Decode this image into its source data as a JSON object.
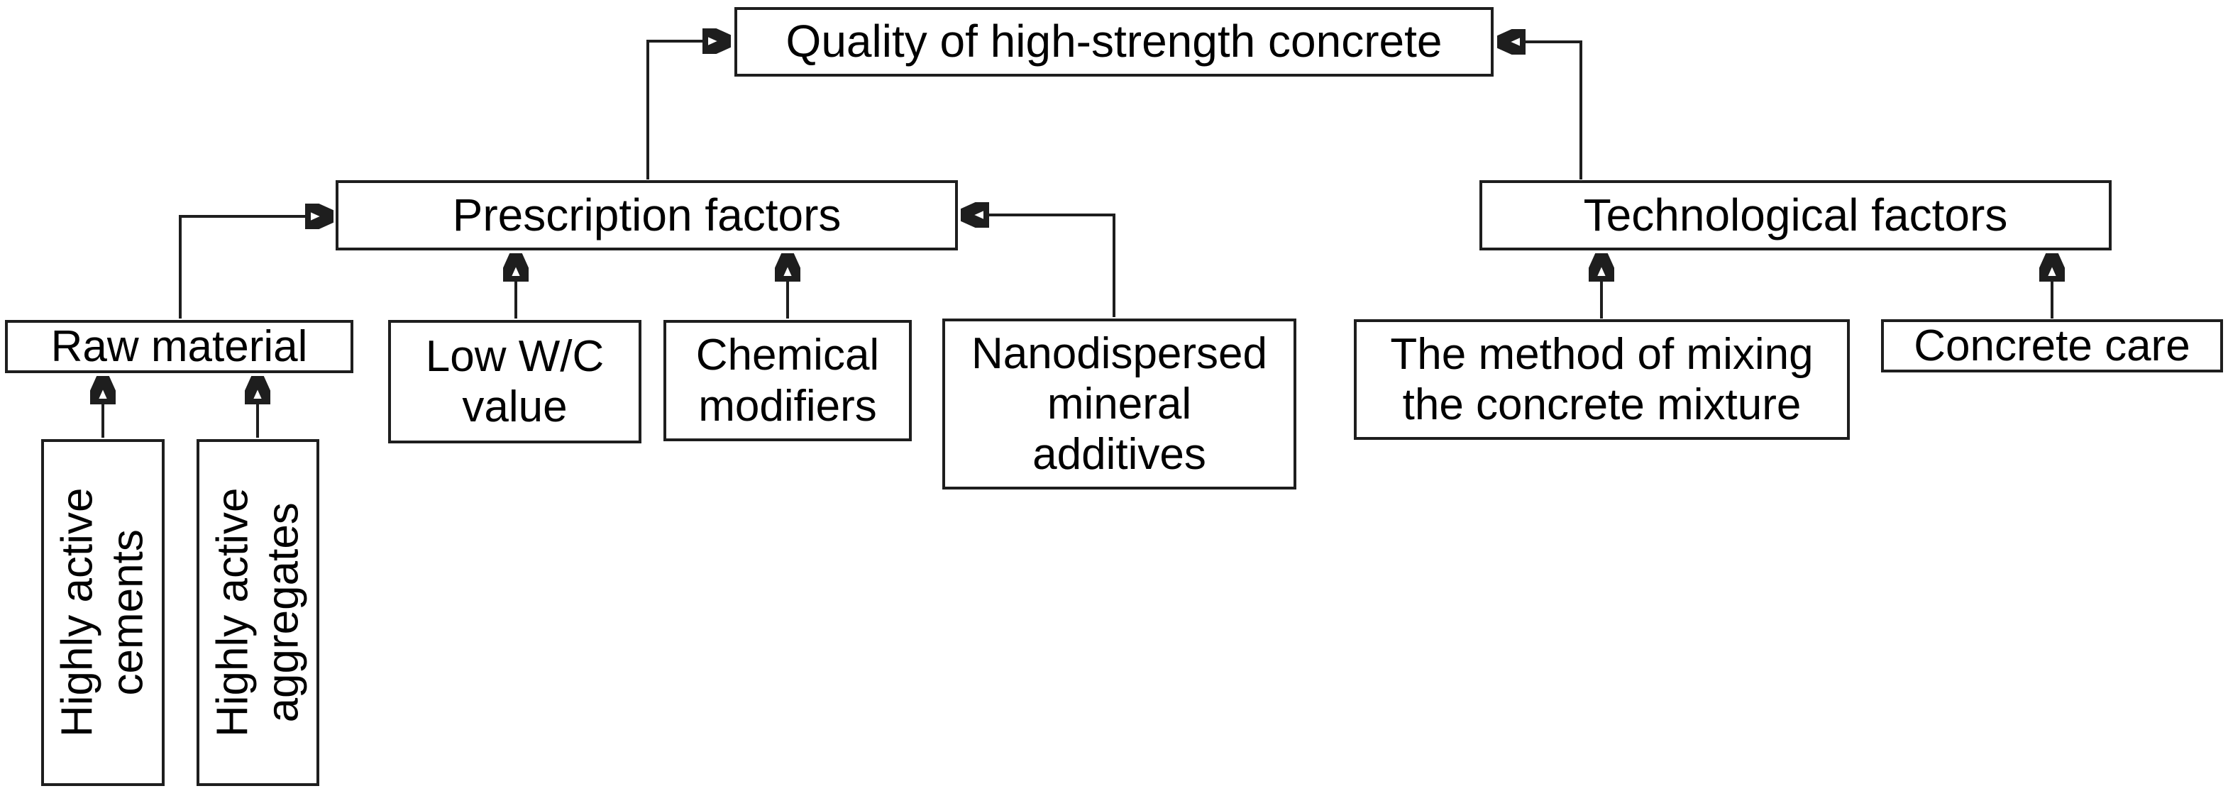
{
  "diagram": {
    "nodes": {
      "quality": {
        "label": "Quality of high-strength concrete"
      },
      "prescription": {
        "label": "Prescription factors"
      },
      "technological": {
        "label": "Technological factors"
      },
      "raw_material": {
        "label": "Raw material"
      },
      "low_wc": {
        "label": "Low W/C\nvalue"
      },
      "chemical": {
        "label": "Chemical\nmodifiers"
      },
      "nano": {
        "label": "Nanodispersed\nmineral\nadditives"
      },
      "mixing": {
        "label": "The method of mixing\nthe concrete mixture"
      },
      "care": {
        "label": "Concrete care"
      },
      "cements": {
        "label": "Highly active\ncements"
      },
      "aggregates": {
        "label": "Highly active\naggregates"
      }
    },
    "edges": [
      {
        "from": "prescription",
        "to": "quality"
      },
      {
        "from": "technological",
        "to": "quality"
      },
      {
        "from": "raw_material",
        "to": "prescription"
      },
      {
        "from": "low_wc",
        "to": "prescription"
      },
      {
        "from": "chemical",
        "to": "prescription"
      },
      {
        "from": "nano",
        "to": "prescription"
      },
      {
        "from": "mixing",
        "to": "technological"
      },
      {
        "from": "care",
        "to": "technological"
      },
      {
        "from": "cements",
        "to": "raw_material"
      },
      {
        "from": "aggregates",
        "to": "raw_material"
      }
    ],
    "colors": {
      "background": "#ffffff",
      "box_border": "#1e1e1e",
      "arrow": "#1e1e1e",
      "text": "#000000"
    }
  }
}
